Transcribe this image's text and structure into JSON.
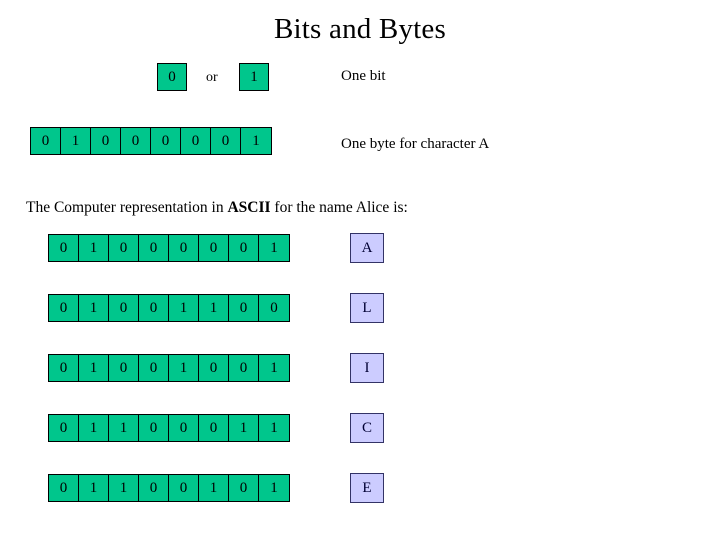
{
  "slide": {
    "title": "Bits and Bytes",
    "background_color": "#FFFFFF",
    "bit_box_color": "#00C68C",
    "letter_box_color": "#CCCCFF",
    "letter_box_border_color": "#333366",
    "border_color": "#000000"
  },
  "bit_demo": {
    "zero_label": "0",
    "or_label": "or",
    "one_label": "1",
    "caption": "One bit"
  },
  "byte_demo": {
    "bits": [
      "0",
      "1",
      "0",
      "0",
      "0",
      "0",
      "0",
      "1"
    ],
    "caption": "One byte for character A"
  },
  "ascii_section": {
    "sentence_part1": "The Computer representation in ",
    "sentence_emphasis": "ASCII",
    "sentence_part2": " for the name Alice is:",
    "rows": [
      {
        "bits": [
          "0",
          "1",
          "0",
          "0",
          "0",
          "0",
          "0",
          "1"
        ],
        "letter": "A"
      },
      {
        "bits": [
          "0",
          "1",
          "0",
          "0",
          "1",
          "1",
          "0",
          "0"
        ],
        "letter": "L"
      },
      {
        "bits": [
          "0",
          "1",
          "0",
          "0",
          "1",
          "0",
          "0",
          "1"
        ],
        "letter": "I"
      },
      {
        "bits": [
          "0",
          "1",
          "1",
          "0",
          "0",
          "0",
          "1",
          "1"
        ],
        "letter": "C"
      },
      {
        "bits": [
          "0",
          "1",
          "1",
          "0",
          "0",
          "1",
          "0",
          "1"
        ],
        "letter": "E"
      }
    ]
  }
}
